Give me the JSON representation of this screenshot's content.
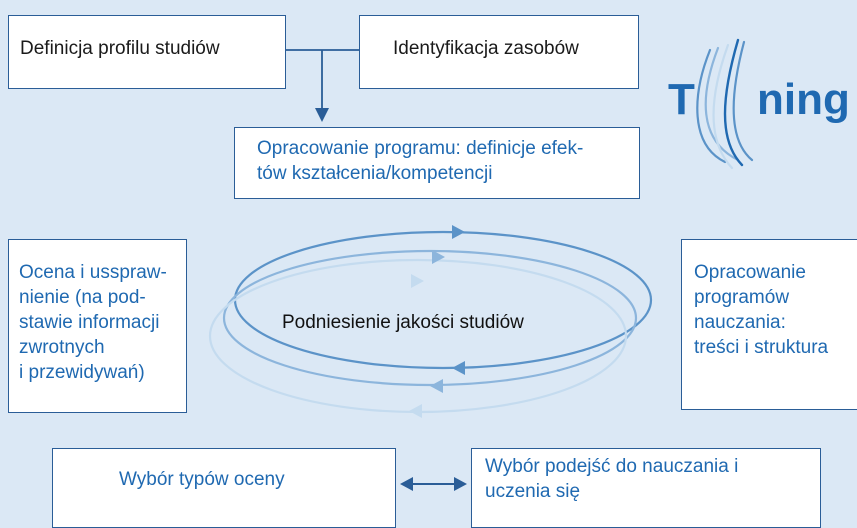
{
  "boxes": {
    "profile": "Definicja profilu studiów",
    "resources": "Identyfikacja zasobów",
    "program_line1": "Opracowanie programu: definicje efek-",
    "program_line2": "tów kształcenia/kompetencji",
    "left_lines": [
      "Ocena i usspraw-",
      "nienie (na pod-",
      "stawie informacji",
      "zwrotnych",
      "i przewidywań)"
    ],
    "right_lines": [
      "Opracowanie",
      "programów",
      "nauczania:",
      "treści i struktura"
    ],
    "assessment_types": "Wybór typów oceny",
    "teaching_line1": "Wybór podejść do nauczania i",
    "teaching_line2": "uczenia się"
  },
  "cycle": {
    "label": "Podniesienie jakości studiów"
  },
  "logo": {
    "left": "T",
    "right": "ning"
  },
  "colors": {
    "background": "#dbe8f5",
    "accent": "#1f69b1",
    "border": "#2a5d97"
  }
}
